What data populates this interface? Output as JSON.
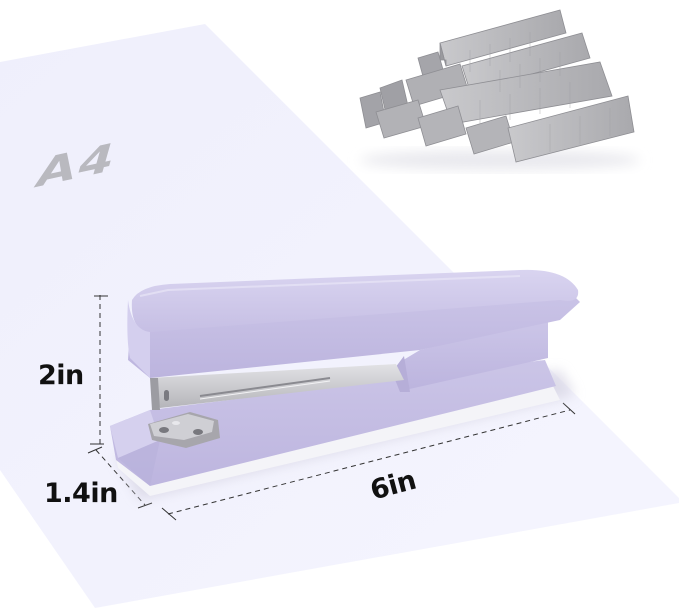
{
  "scene": {
    "background_color": "#ffffff",
    "paper": {
      "label": "A4",
      "color": "#f1f1fd",
      "label_color": "#b9b9bf"
    },
    "product": {
      "name": "stapler",
      "body_color": "#c9c3e6",
      "body_highlight": "#ddd9f3",
      "base_color": "#c4bde2",
      "metal_color": "#c8c8cc"
    },
    "staples": {
      "name": "staple-strips-pile",
      "color": "#b8b8bc"
    }
  },
  "dimensions": {
    "height": "2in",
    "depth": "1.4in",
    "length": "6in"
  }
}
